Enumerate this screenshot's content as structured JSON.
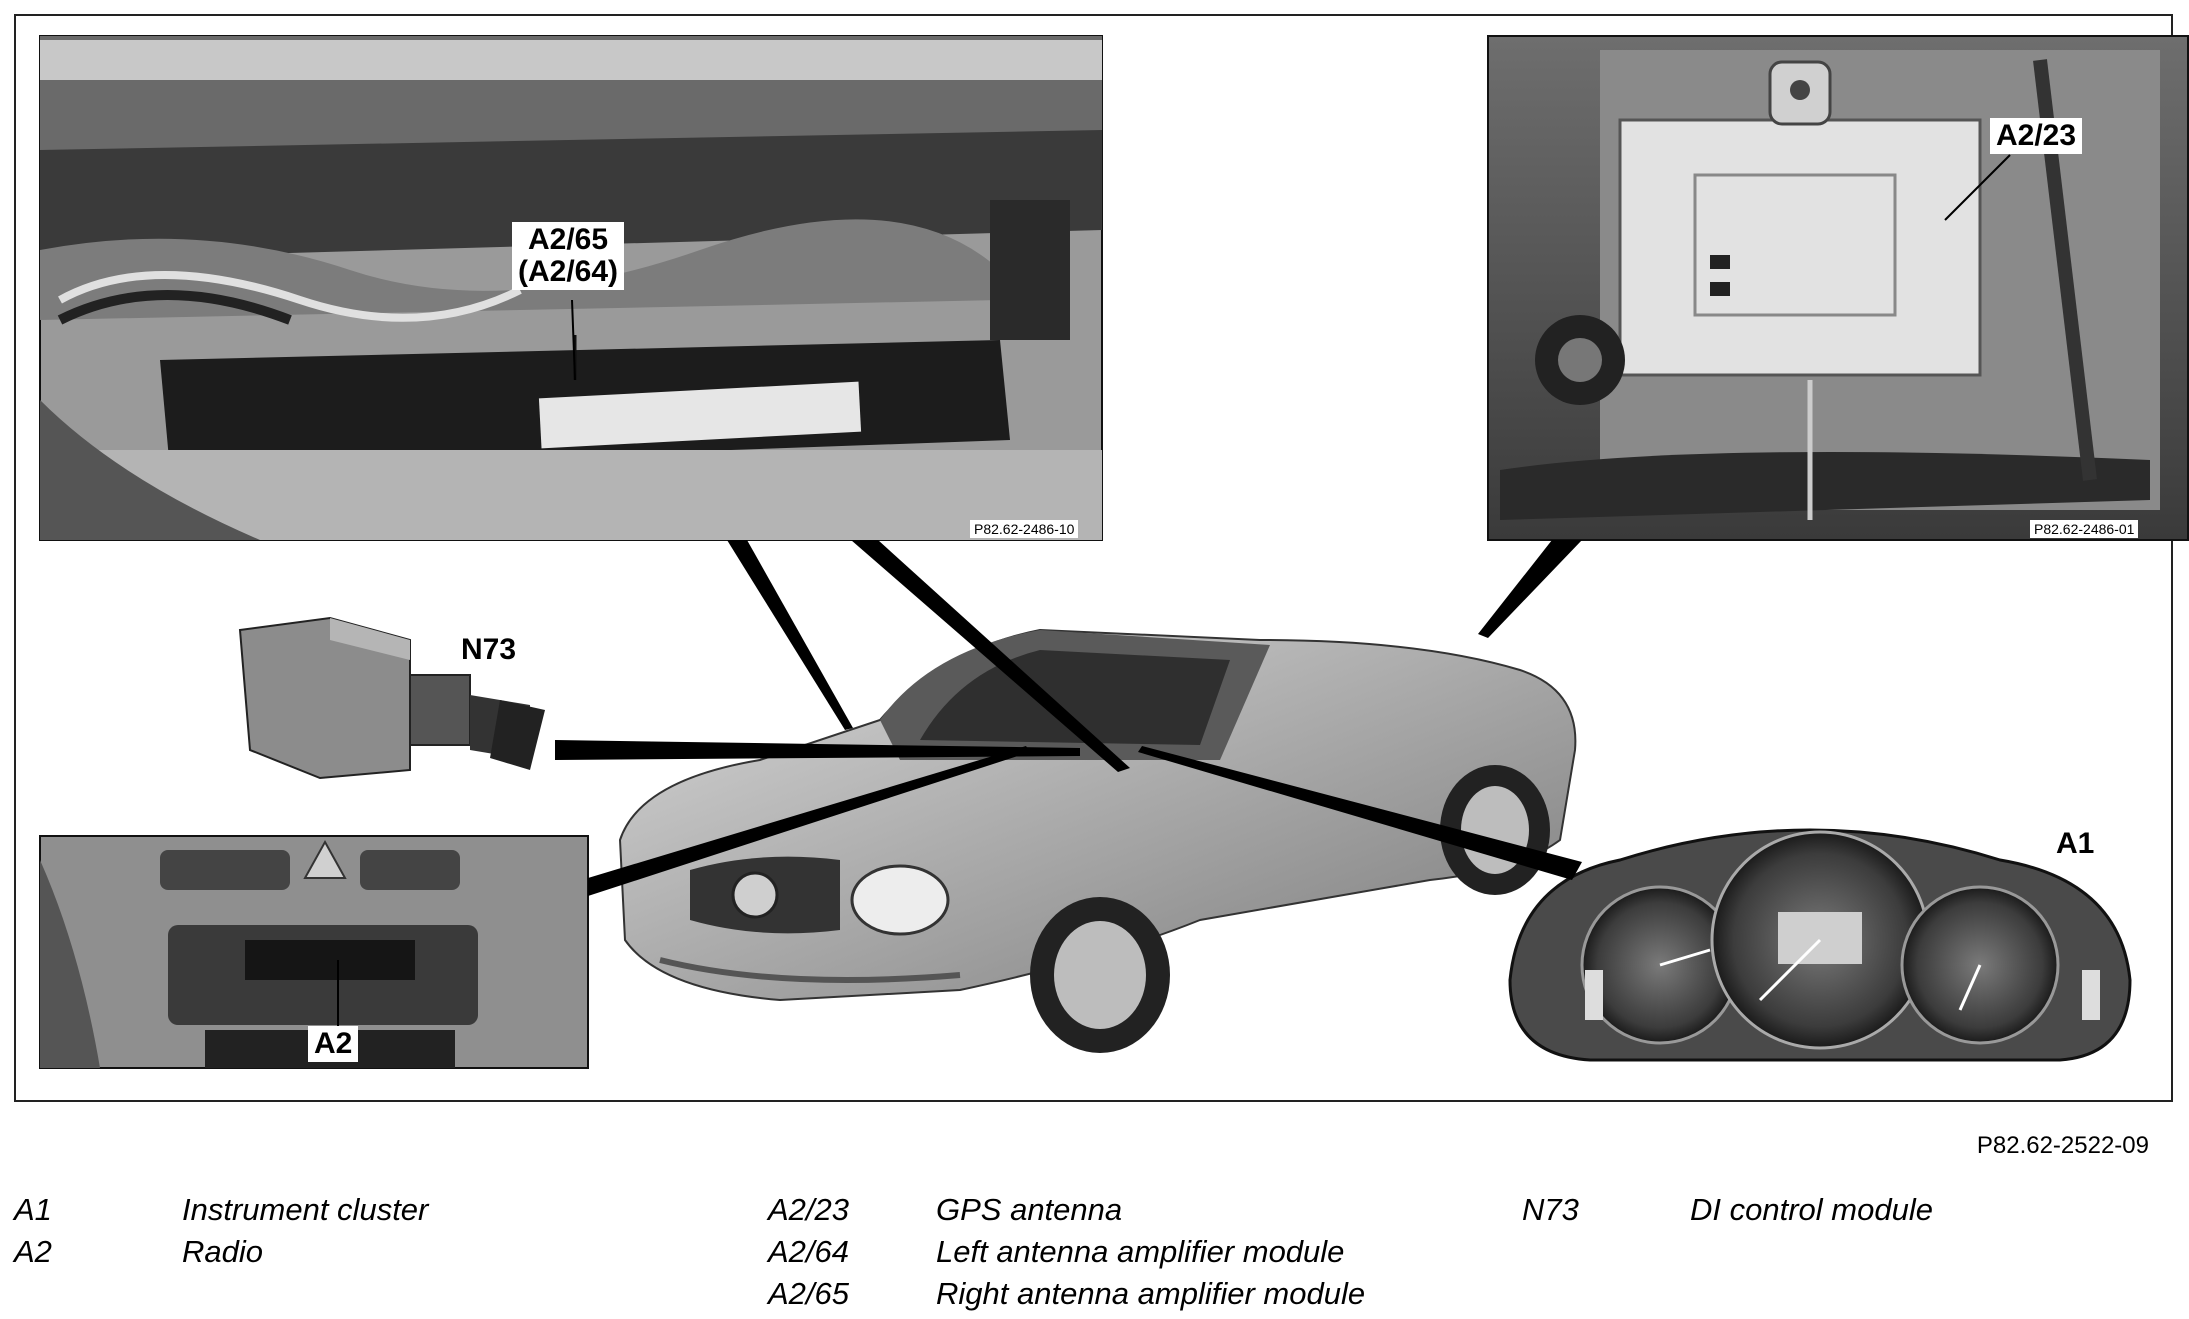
{
  "diagram": {
    "code": "P82.62-2522-09",
    "photos": {
      "roof_bar": {
        "code": "P82.62-2486-10"
      },
      "gps_module": {
        "code": "P82.62-2486-01"
      }
    },
    "callouts": {
      "a2_65": "A2/65",
      "a2_64_paren": "(A2/64)",
      "a2_23": "A2/23",
      "n73": "N73",
      "a2": "A2",
      "a1": "A1"
    }
  },
  "legend": [
    {
      "code": "A1",
      "desc": "Instrument cluster"
    },
    {
      "code": "A2",
      "desc": "Radio"
    },
    {
      "code": "A2/23",
      "desc": "GPS antenna"
    },
    {
      "code": "A2/64",
      "desc": "Left antenna amplifier module"
    },
    {
      "code": "A2/65",
      "desc": "Right antenna amplifier module"
    },
    {
      "code": "N73",
      "desc": "DI control module"
    }
  ]
}
